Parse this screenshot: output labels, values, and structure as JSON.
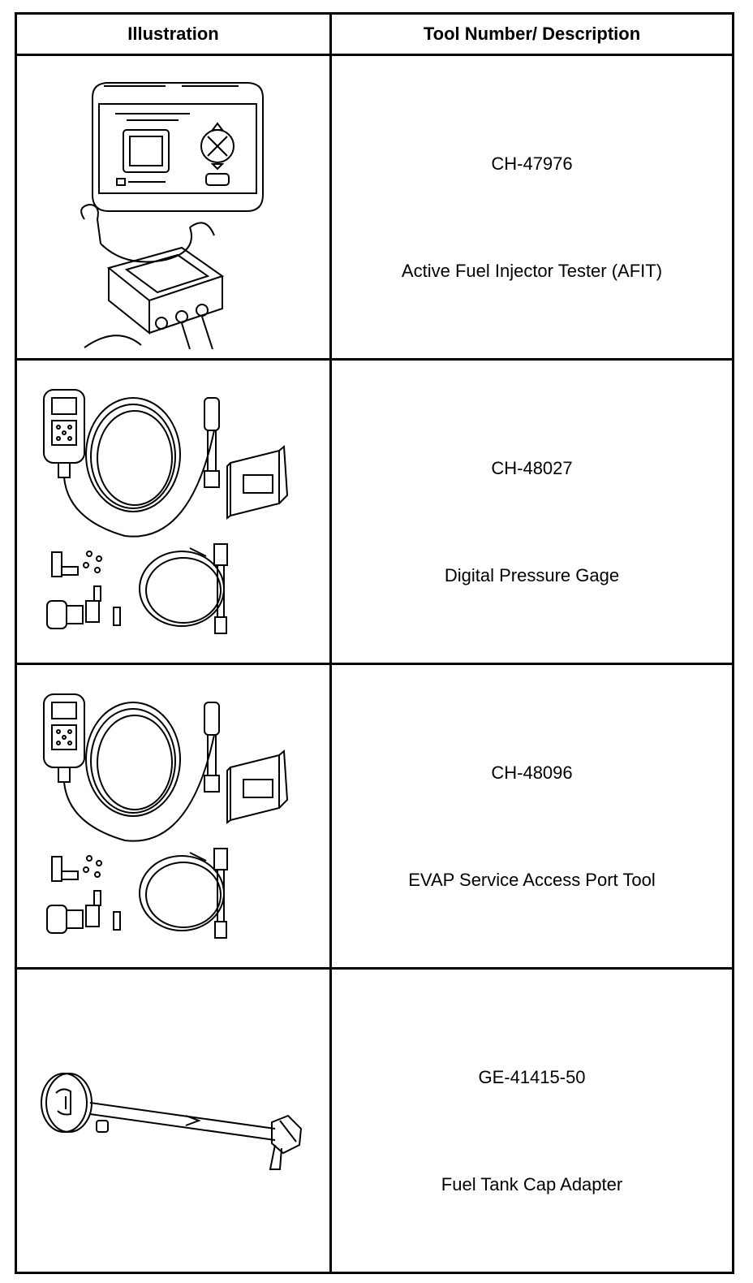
{
  "table": {
    "headers": {
      "illustration": "Illustration",
      "tool": "Tool Number/ Description"
    },
    "rows": [
      {
        "tool_number": "CH-47976",
        "description": "Active Fuel Injector Tester (AFIT)",
        "illustration": "active-fuel-injector-tester-drawing"
      },
      {
        "tool_number": "CH-48027",
        "description": "Digital Pressure Gage",
        "illustration": "digital-pressure-gage-kit-drawing"
      },
      {
        "tool_number": "CH-48096",
        "description": "EVAP Service Access Port Tool",
        "illustration": "evap-service-access-port-kit-drawing"
      },
      {
        "tool_number": "GE-41415-50",
        "description": "Fuel Tank Cap Adapter",
        "illustration": "fuel-tank-cap-adapter-drawing"
      }
    ]
  }
}
